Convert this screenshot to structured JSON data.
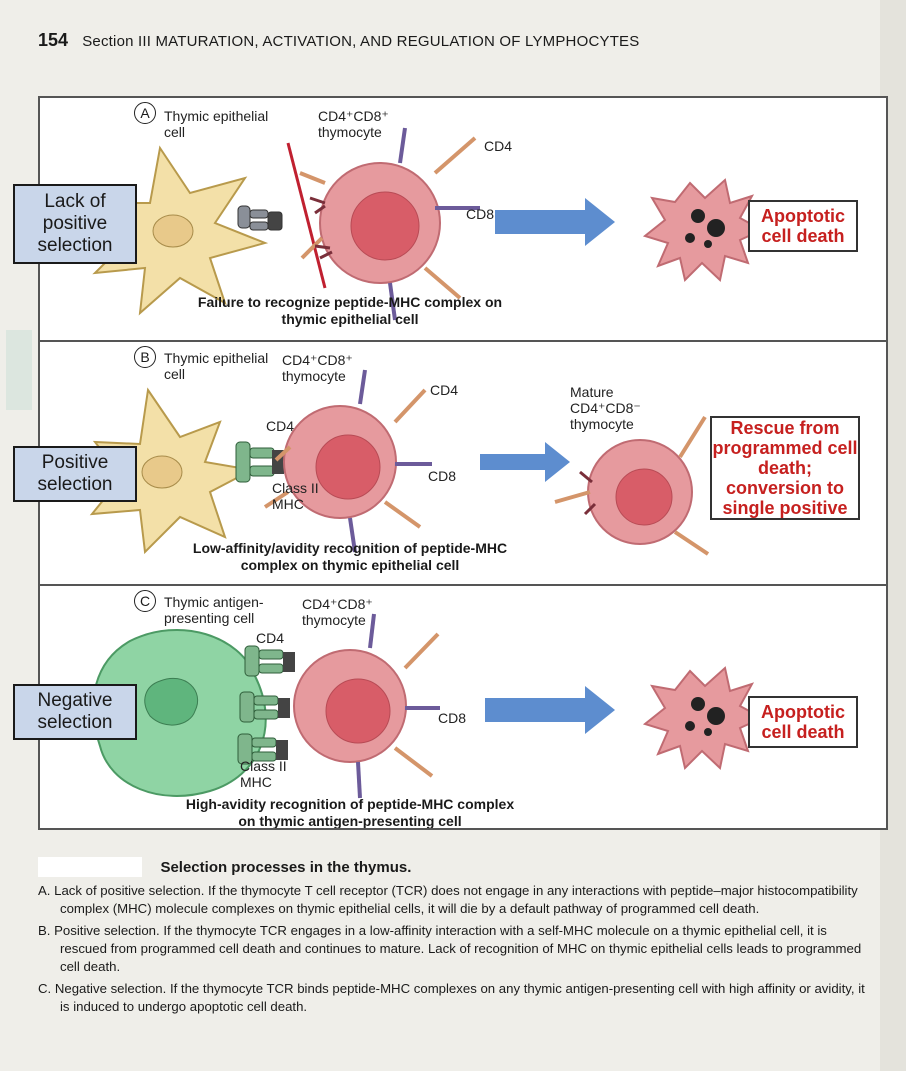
{
  "header": {
    "page_number": "154",
    "section": "Section III MATURATION, ACTIVATION, AND REGULATION OF LYMPHOCYTES"
  },
  "panels": [
    {
      "letter": "A",
      "side_label": "Lack of positive selection",
      "cell_label": "Thymic epithelial cell",
      "thymocyte_label": "CD4⁺CD8⁺ thymocyte",
      "cd4": "CD4",
      "cd8": "CD8",
      "caption": "Failure to recognize peptide-MHC complex on thymic epithelial cell",
      "outcome": "Apoptotic cell death"
    },
    {
      "letter": "B",
      "side_label": "Positive selection",
      "cell_label": "Thymic epithelial cell",
      "thymocyte_label": "CD4⁺CD8⁺ thymocyte",
      "cd4_left": "CD4",
      "cd4": "CD4",
      "cd8": "CD8",
      "mhc_label": "Class II MHC",
      "mature_label": "Mature CD4⁺CD8⁻ thymocyte",
      "caption": "Low-affinity/avidity recognition of peptide-MHC complex on thymic epithelial cell",
      "outcome": "Rescue from programmed cell death; conversion to single positive"
    },
    {
      "letter": "C",
      "side_label": "Negative selection",
      "cell_label": "Thymic antigen-presenting cell",
      "thymocyte_label": "CD4⁺CD8⁺ thymocyte",
      "cd4": "CD4",
      "cd8": "CD8",
      "mhc_label": "Class II MHC",
      "caption": "High-avidity recognition of peptide-MHC complex on thymic antigen-presenting cell",
      "outcome": "Apoptotic cell death"
    }
  ],
  "figure": {
    "title": "Selection processes in the thymus.",
    "legend": [
      "A. Lack of positive selection. If the thymocyte T cell receptor (TCR) does not engage in any interactions with peptide–major histocompatibility complex (MHC) molecule complexes on thymic epithelial cells, it will die by a default pathway of programmed cell death.",
      "B. Positive selection. If the thymocyte TCR engages in a low-affinity interaction with a self-MHC molecule on a thymic epithelial cell, it is rescued from programmed cell death and continues to mature. Lack of recognition of MHC on thymic epithelial cells leads to programmed cell death.",
      "C. Negative selection. If the thymocyte TCR binds peptide-MHC complexes on any thymic antigen-presenting cell with high affinity or avidity, it is induced to undergo apoptotic cell death."
    ]
  },
  "colors": {
    "thymocyte": "#e69a9e",
    "nucleus": "#d85d68",
    "epithelial": "#f3e0a8",
    "apc": "#8fd4a4",
    "arrow": "#5d8dcf",
    "outcome_text": "#c6201f",
    "sidebox": "#c9d6ea"
  }
}
